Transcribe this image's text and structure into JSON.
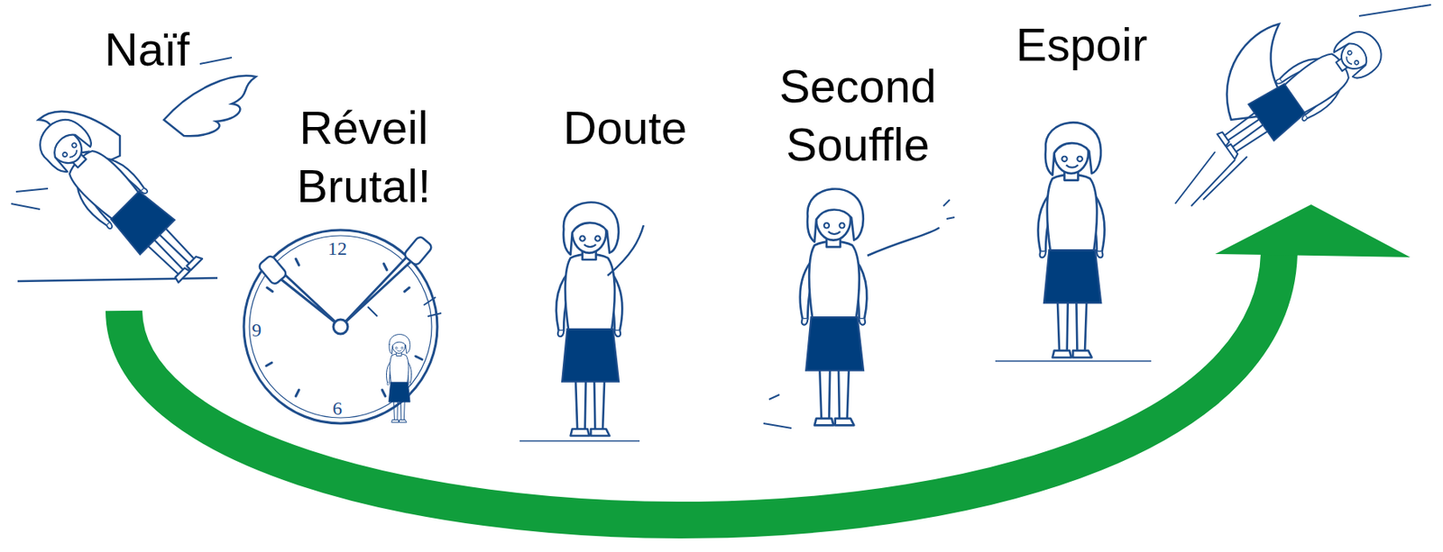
{
  "diagram": {
    "labels": [
      "Naïf",
      "Réveil Brutal!",
      "Doute",
      "Second Souffle",
      "Espoir",
      "12",
      "9",
      "6"
    ]
  }
}
